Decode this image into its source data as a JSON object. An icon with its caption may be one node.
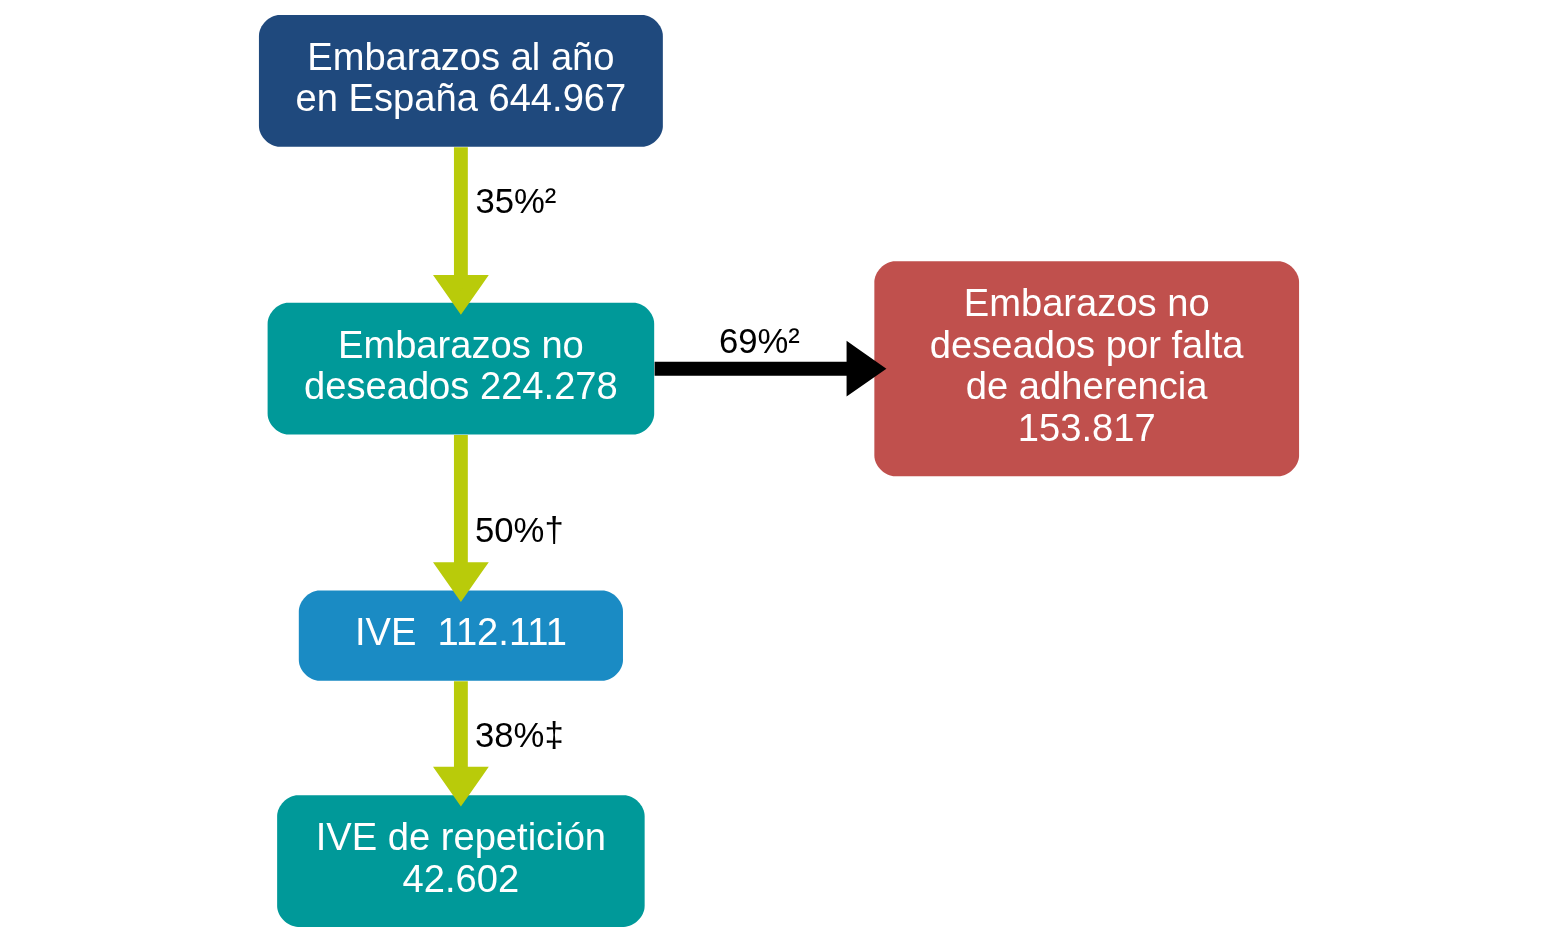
{
  "diagram": {
    "nodes": [
      {
        "text": [
          "Embarazos al año en España 644.967"
        ]
      },
      {
        "text": [
          "Embarazos no deseados 224.278"
        ]
      },
      {
        "text": [
          "Embarazos no deseados por falta de adherencia 153.817"
        ]
      },
      {
        "text": [
          "IVE  112.111"
        ]
      },
      {
        "text": [
          "IVE de repetición 42.602"
        ]
      }
    ],
    "edges": [
      {
        "from": 0,
        "to": 1,
        "arrow": "to",
        "label": "35%²"
      },
      {
        "from": 1,
        "to": 2,
        "arrow": "to",
        "label": "69%²",
        "color": "#000000"
      },
      {
        "from": 1,
        "to": 3,
        "arrow": "to",
        "label": "50%†"
      },
      {
        "from": 3,
        "to": 4,
        "arrow": "to",
        "label": "38%‡"
      }
    ]
  }
}
